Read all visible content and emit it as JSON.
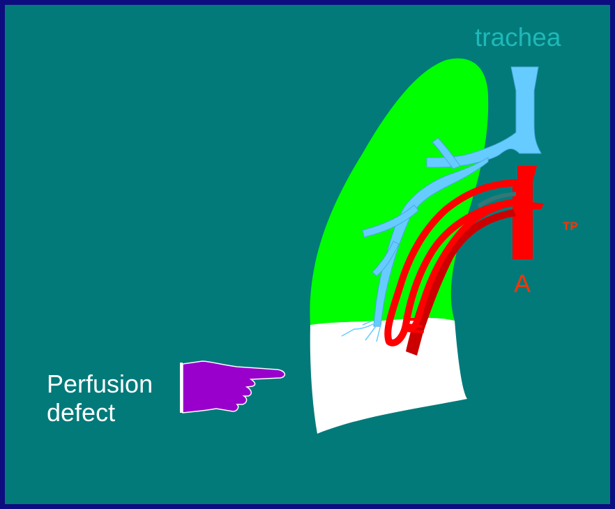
{
  "labels": {
    "trachea": "trachea",
    "tp": "TP",
    "a": "A",
    "defect_line1": "Perfusion",
    "defect_line2": "defect"
  },
  "colors": {
    "frame": "#0d0d80",
    "background": "#027a7a",
    "lung_perfused": "#00ff00",
    "lung_defect": "#ffffff",
    "airway": "#66ccff",
    "artery": "#ff0000",
    "artery_dark": "#cc0000",
    "pointer_hand": "#9900cc"
  },
  "icons": {
    "pointer": "pointing-hand-icon"
  }
}
